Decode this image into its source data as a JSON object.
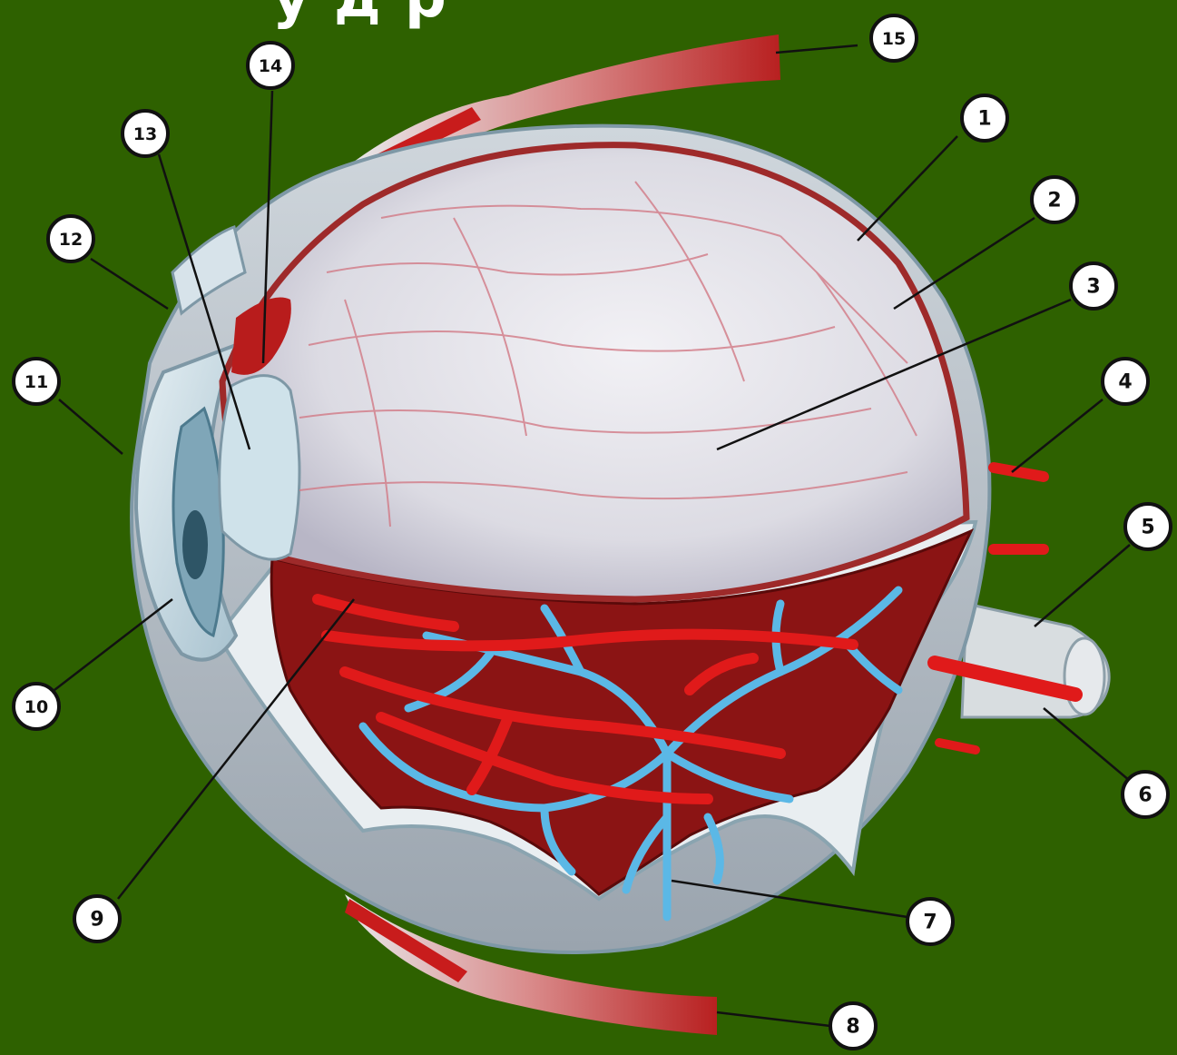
{
  "title_fragment": "у д р",
  "callouts": [
    {
      "id": "1",
      "label": "1"
    },
    {
      "id": "2",
      "label": "2"
    },
    {
      "id": "3",
      "label": "3"
    },
    {
      "id": "4",
      "label": "4"
    },
    {
      "id": "5",
      "label": "5"
    },
    {
      "id": "6",
      "label": "6"
    },
    {
      "id": "7",
      "label": "7"
    },
    {
      "id": "8",
      "label": "8"
    },
    {
      "id": "9",
      "label": "9"
    },
    {
      "id": "10",
      "label": "10"
    },
    {
      "id": "11",
      "label": "11"
    },
    {
      "id": "12",
      "label": "12"
    },
    {
      "id": "13",
      "label": "13"
    },
    {
      "id": "14",
      "label": "14"
    },
    {
      "id": "15",
      "label": "15"
    }
  ],
  "colors": {
    "background": "#2e6100",
    "vitreous": "#e4e2ea",
    "sclera": "#c9dde6",
    "choroid": "#8b1414",
    "artery": "#d01818",
    "vein": "#5bb8e6",
    "muscle": "#c03030"
  }
}
